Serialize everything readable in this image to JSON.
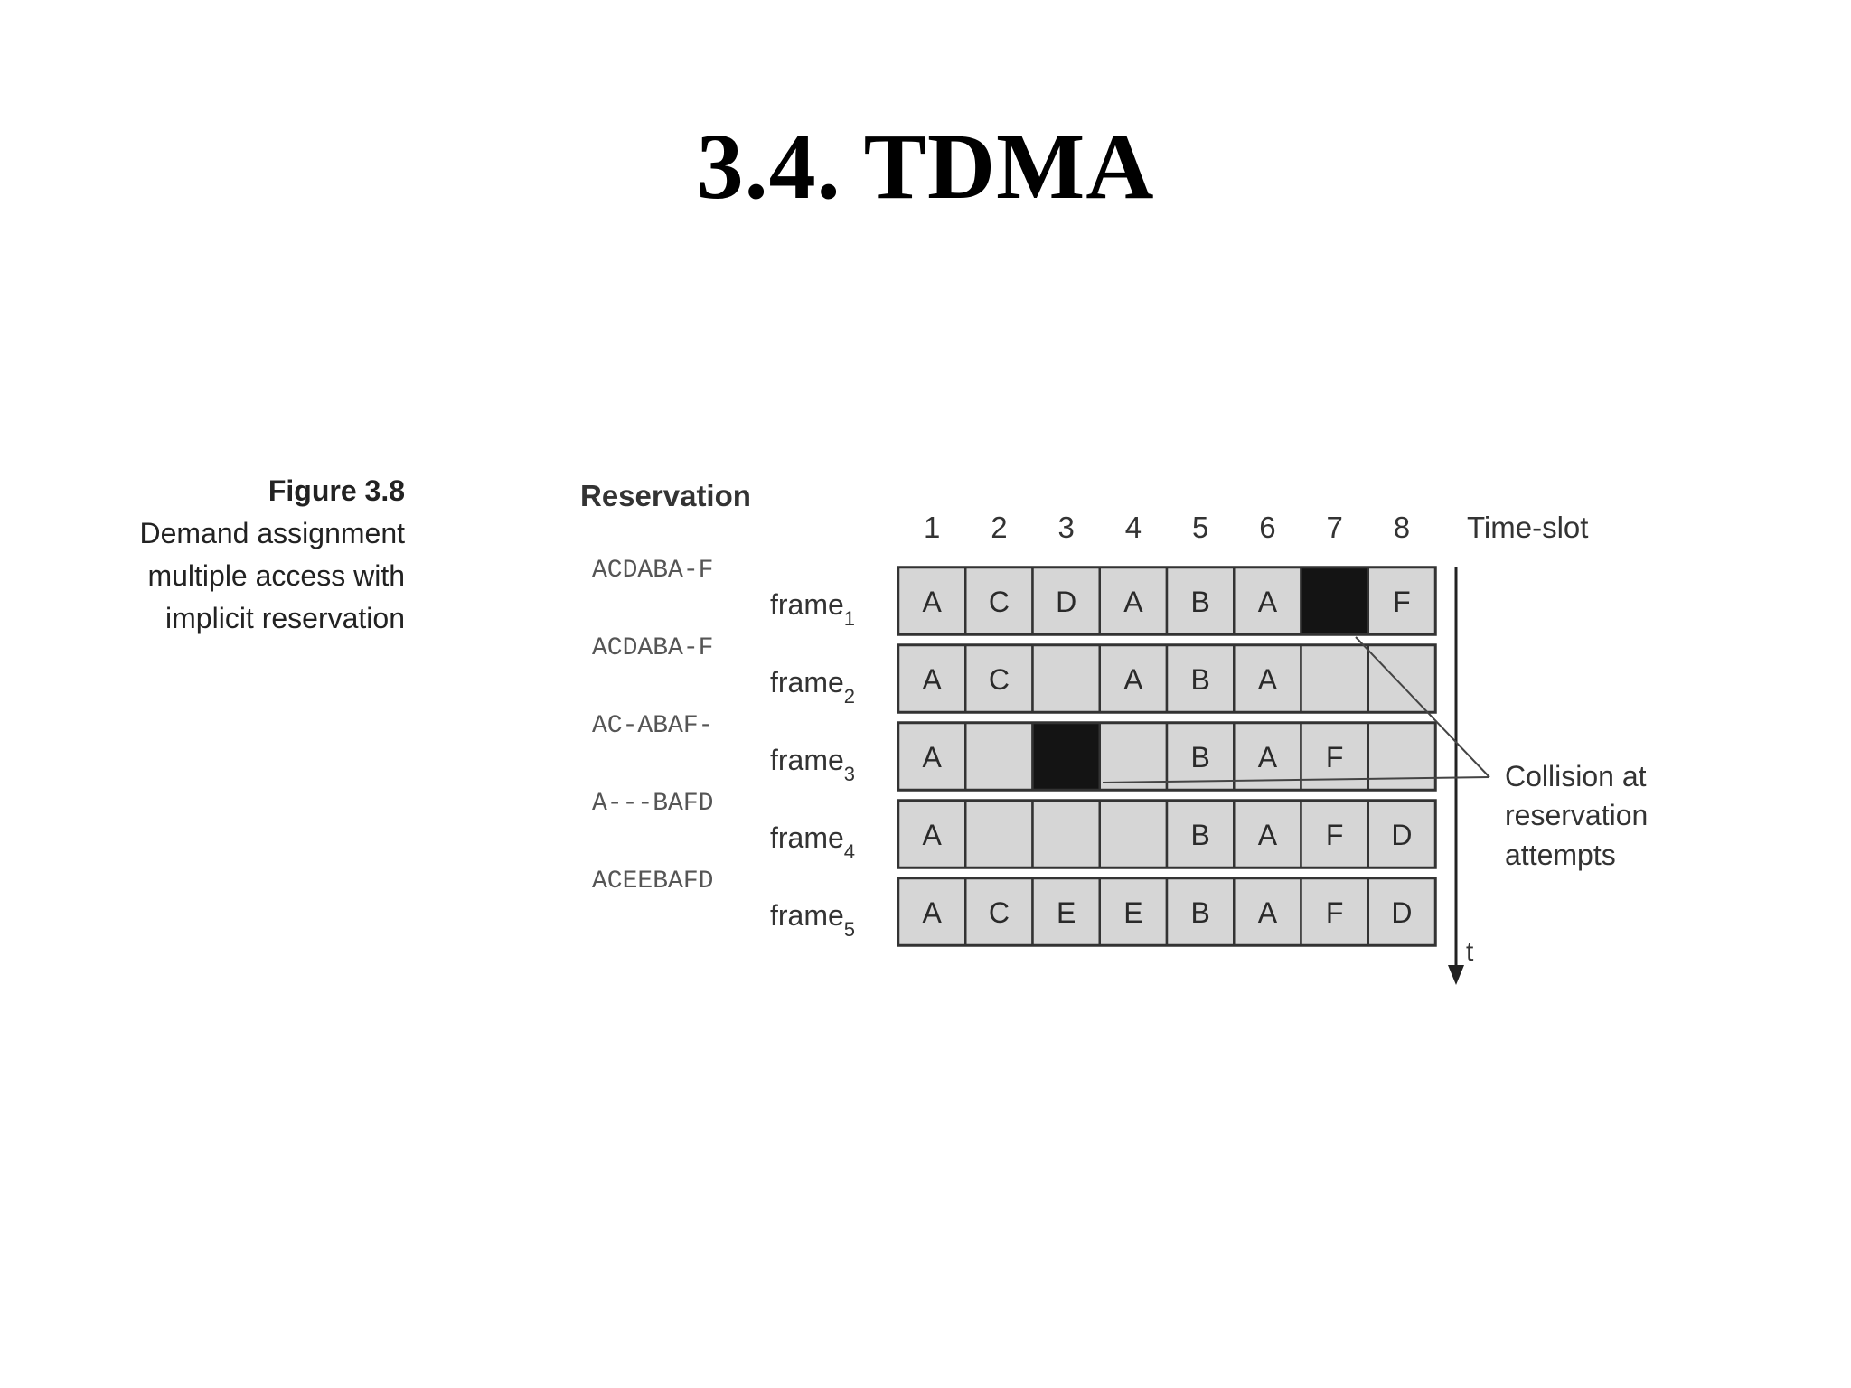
{
  "slide": {
    "title": "3.4. TDMA"
  },
  "caption": {
    "figure": "Figure 3.8",
    "lines": [
      "Demand assignment",
      "multiple access with",
      "implicit reservation"
    ]
  },
  "diagram": {
    "reservation_heading": "Reservation",
    "time_slot_label": "Time-slot",
    "slot_numbers": [
      "1",
      "2",
      "3",
      "4",
      "5",
      "6",
      "7",
      "8"
    ],
    "time_axis_label": "t",
    "annotation": [
      "Collision at",
      "reservation",
      "attempts"
    ],
    "frames": [
      {
        "name": "frame",
        "sub": "1",
        "reservation": "ACDABA-F",
        "slots": [
          "A",
          "C",
          "D",
          "A",
          "B",
          "A",
          "#",
          "F"
        ]
      },
      {
        "name": "frame",
        "sub": "2",
        "reservation": "ACDABA-F",
        "slots": [
          "A",
          "C",
          "",
          "A",
          "B",
          "A",
          "",
          ""
        ]
      },
      {
        "name": "frame",
        "sub": "3",
        "reservation": "AC-ABAF-",
        "slots": [
          "A",
          "",
          "#",
          "",
          "B",
          "A",
          "F",
          ""
        ]
      },
      {
        "name": "frame",
        "sub": "4",
        "reservation": "A---BAFD",
        "slots": [
          "A",
          "",
          "",
          "",
          "B",
          "A",
          "F",
          "D"
        ]
      },
      {
        "name": "frame",
        "sub": "5",
        "reservation": "ACEEBAFD",
        "slots": [
          "A",
          "C",
          "E",
          "E",
          "B",
          "A",
          "F",
          "D"
        ]
      }
    ],
    "colors": {
      "slot_fill": "#d6d6d6",
      "collision_fill": "#141414",
      "border": "#333333",
      "text": "#2a2a2a"
    }
  }
}
